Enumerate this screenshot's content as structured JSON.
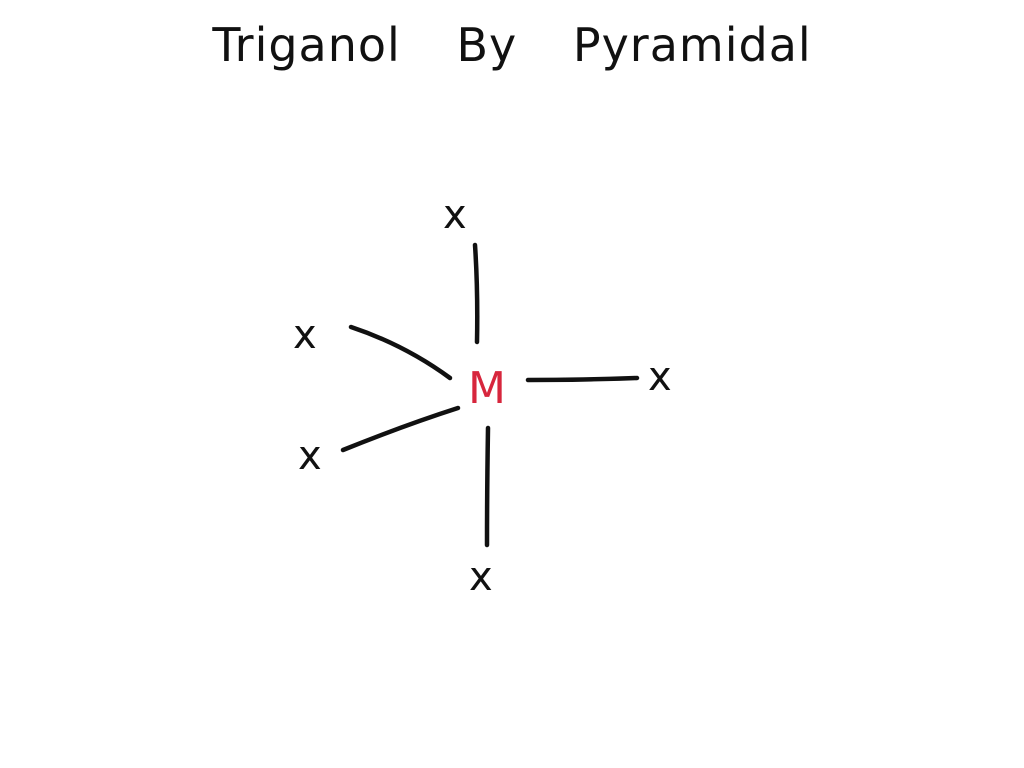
{
  "title": "Triganol By Pyramidal",
  "center_atom": {
    "label": "M",
    "color": "#d7263d"
  },
  "ligands": [
    {
      "label": "x",
      "position": "top"
    },
    {
      "label": "x",
      "position": "upper-left"
    },
    {
      "label": "x",
      "position": "right"
    },
    {
      "label": "x",
      "position": "lower-left"
    },
    {
      "label": "x",
      "position": "bottom"
    }
  ],
  "colors": {
    "ink": "#111111",
    "metal": "#d7263d",
    "background": "#ffffff"
  }
}
